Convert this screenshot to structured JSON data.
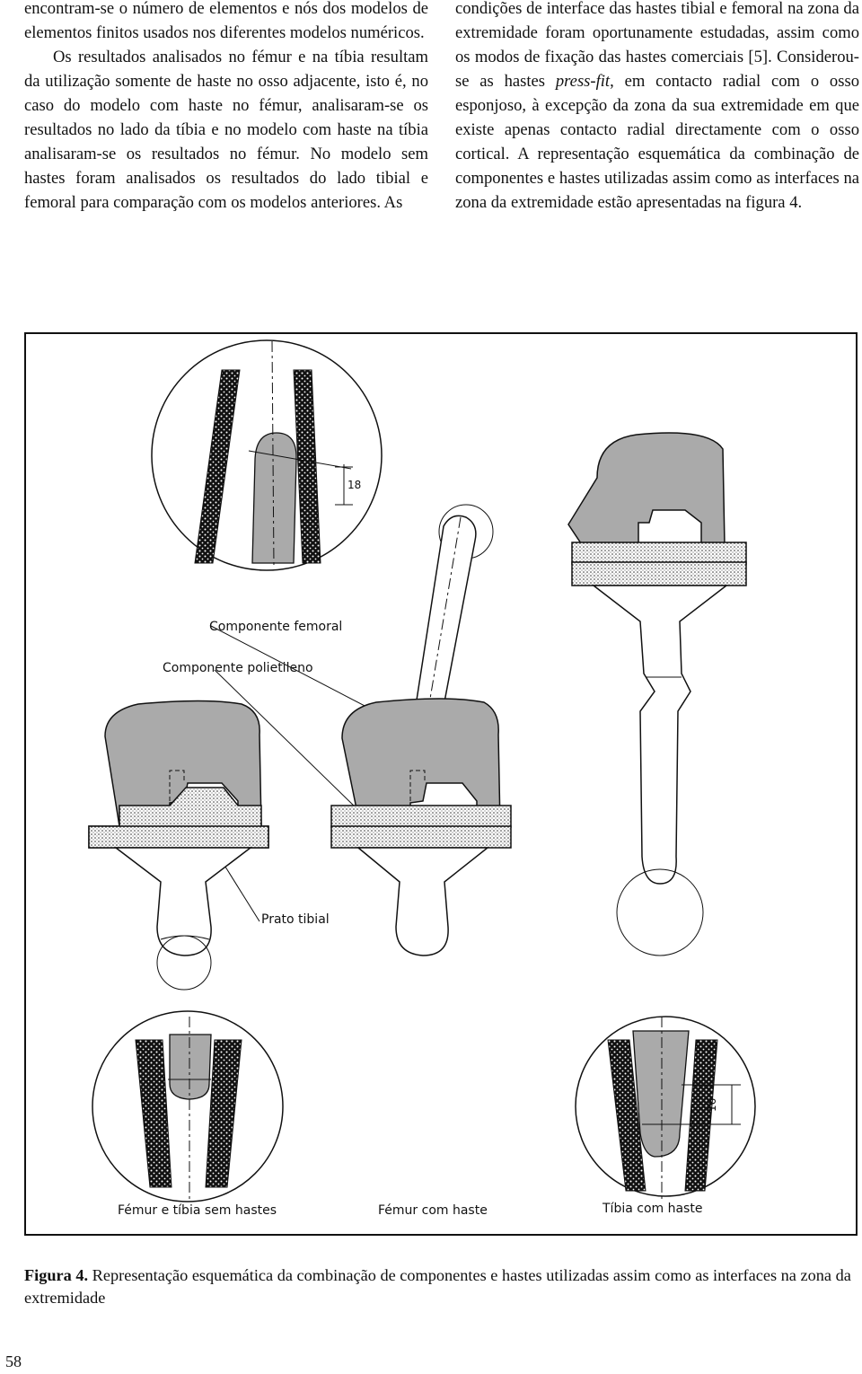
{
  "column_left": {
    "p1": "encontram-se o número de elementos e nós dos modelos de elementos finitos usados nos diferentes modelos numéricos.",
    "p2": "Os resultados analisados no fémur e na tíbia resultam da utilização somente de haste no osso adjacente, isto é, no caso do modelo com haste no fémur, analisaram-se os resultados no lado da tíbia e no modelo com haste na tíbia analisaram-se os resultados no fémur. No modelo sem hastes foram analisados os resultados do lado tibial e femoral para comparação com os modelos anteriores. As"
  },
  "column_right": {
    "p1_a": "condições de interface das hastes tibial e femoral na zona da extremidade foram oportunamente estudadas, assim como os modos de fixação das hastes comerciais [5]. Considerou-se as hastes ",
    "p1_em": "press-fit",
    "p1_b": ", em contacto radial com o osso esponjoso, à excepção da zona da sua extremidade em que existe apenas contacto radial directamente com o osso cortical. A representação esquemática da combinação de componentes e hastes utilizadas assim como as interfaces na zona da extremidade estão apresentadas na figura 4."
  },
  "figure": {
    "label_femoral": "Componente femoral",
    "label_polyethylene": "Componente polietileno",
    "label_tibial_plate": "Prato tibial",
    "dim_top": "18",
    "dim_bottom": "16",
    "caption_left": "Fémur e tíbia sem hastes",
    "caption_center": "Fémur com haste",
    "caption_right": "Tíbia com haste"
  },
  "caption": {
    "label": "Figura 4.",
    "text": " Representação esquemática da combinação de componentes e hastes utilizadas assim como as interfaces na zona da extremidade"
  },
  "page_number": "58"
}
